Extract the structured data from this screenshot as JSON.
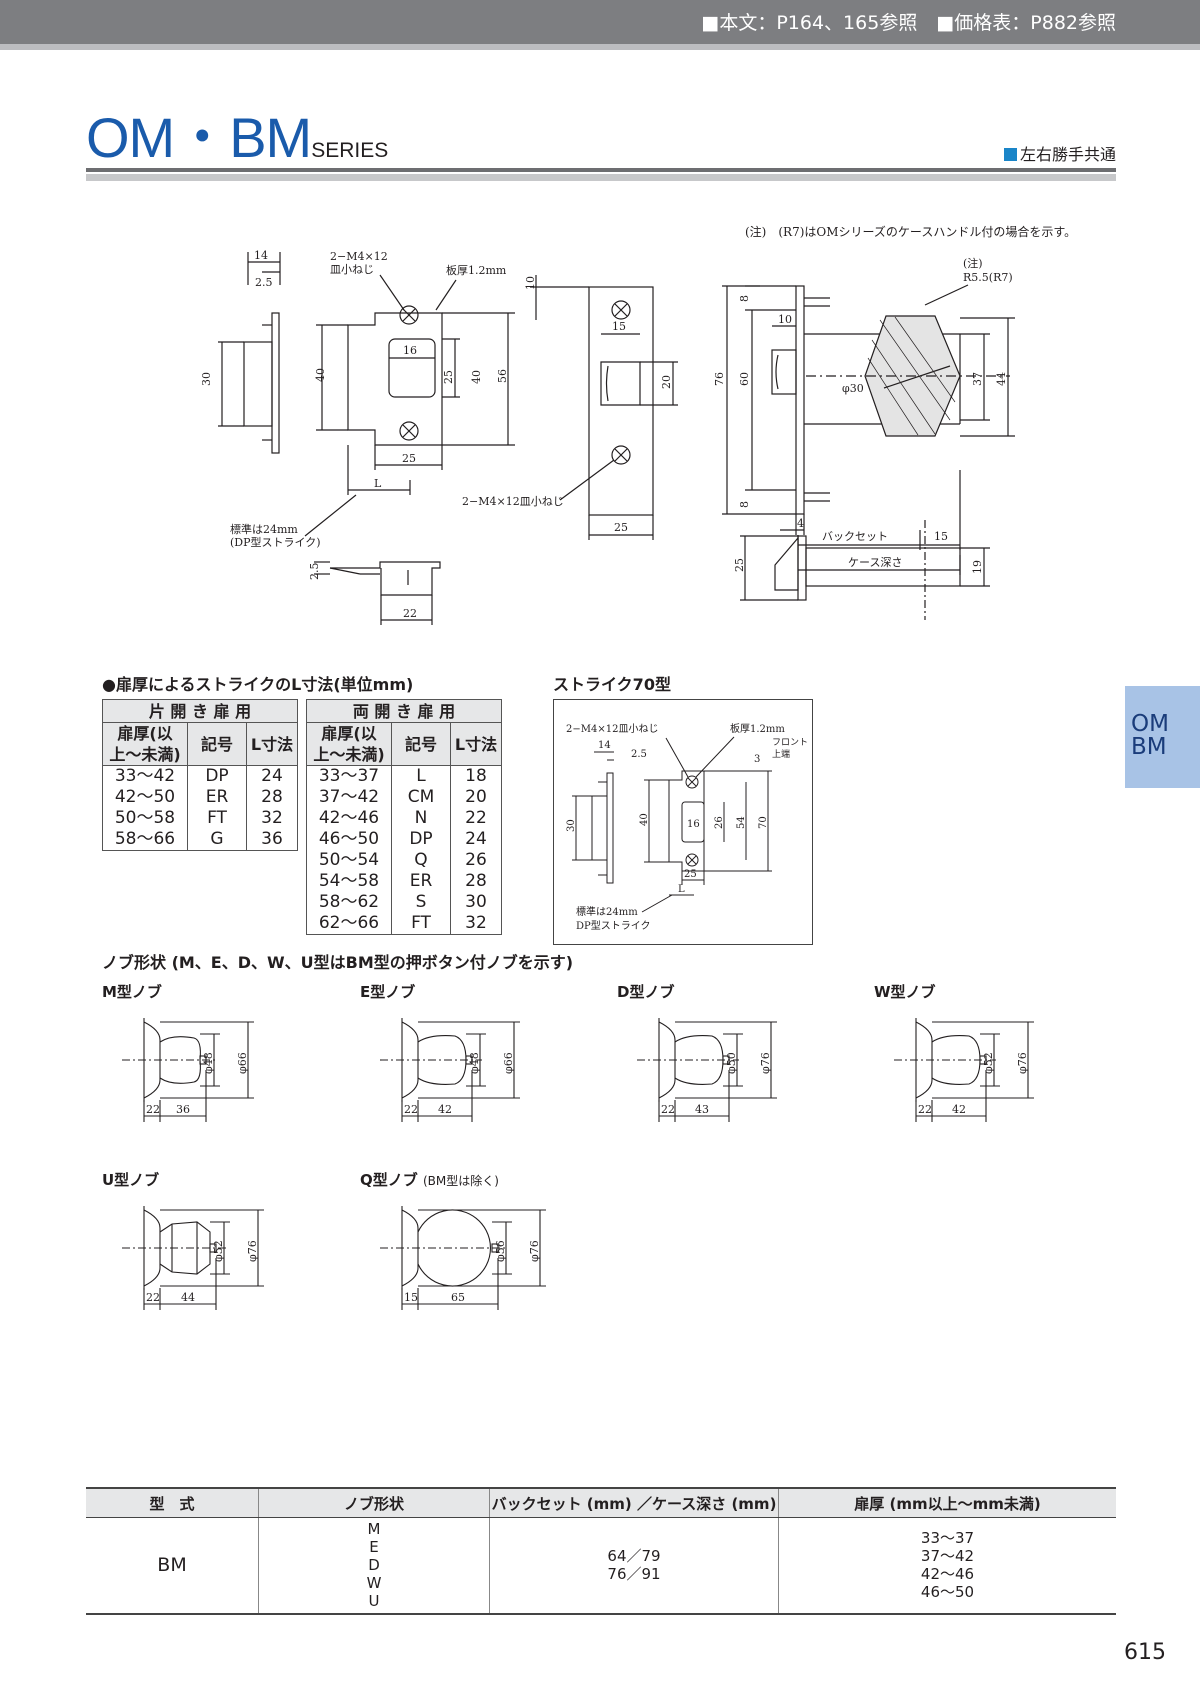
{
  "header": {
    "refs": "■本文：P164、165参照　■価格表：P882参照"
  },
  "title": {
    "main": "OM・BM",
    "series": "SERIES"
  },
  "hand_note": "左右勝手共通",
  "drawing_note": "(注)　(R7)はOMシリーズのケースハンドル付の場合を示す。",
  "dims": {
    "d14": "14",
    "d2_5": "2.5",
    "screw_top": "2−M4×12",
    "screw_top2": "皿小ねじ",
    "plate": "板厚1.2mm",
    "d30": "30",
    "d40": "40",
    "d16": "16",
    "d25": "25",
    "d56": "56",
    "d10": "10",
    "d15": "15",
    "d20": "20",
    "screw_bottom": "2−M4×12皿小ねじ",
    "L": "L",
    "std": "標準は24mm",
    "std2": "(DP型ストライク)",
    "d22": "22",
    "note_r": "(注)",
    "r55": "R5.5(R7)",
    "d8": "8",
    "d76": "76",
    "d60": "60",
    "phi30": "φ30",
    "d37": "37",
    "d44": "44",
    "d4": "4",
    "backset": "バックセット",
    "case_depth": "ケース深さ",
    "d19": "19"
  },
  "ltable": {
    "heading": "●扉厚によるストライクのL寸法(単位mm)",
    "single": {
      "group": "片 開 き 扉 用",
      "cols": [
        "扉厚(以上〜未満)",
        "記号",
        "L寸法"
      ],
      "rows": [
        [
          "33〜42",
          "DP",
          "24"
        ],
        [
          "42〜50",
          "ER",
          "28"
        ],
        [
          "50〜58",
          "FT",
          "32"
        ],
        [
          "58〜66",
          "G",
          "36"
        ]
      ]
    },
    "double": {
      "group": "両 開 き 扉 用",
      "cols": [
        "扉厚(以上〜未満)",
        "記号",
        "L寸法"
      ],
      "rows": [
        [
          "33〜37",
          "L",
          "18"
        ],
        [
          "37〜42",
          "CM",
          "20"
        ],
        [
          "42〜46",
          "N",
          "22"
        ],
        [
          "46〜50",
          "DP",
          "24"
        ],
        [
          "50〜54",
          "Q",
          "26"
        ],
        [
          "54〜58",
          "ER",
          "28"
        ],
        [
          "58〜62",
          "S",
          "30"
        ],
        [
          "62〜66",
          "FT",
          "32"
        ]
      ]
    }
  },
  "strike70": {
    "heading": "ストライク70型",
    "screw": "2−M4×12皿小ねじ",
    "plate": "板厚1.2mm",
    "front": "フロント",
    "front2": "上端",
    "d14": "14",
    "d2_5": "2.5",
    "d3": "3",
    "d30": "30",
    "d40": "40",
    "d16": "16",
    "d26": "26",
    "d54": "54",
    "d70": "70",
    "d25": "25",
    "L": "L",
    "std": "標準は24mm",
    "std2": "DP型ストライク"
  },
  "knobs": {
    "heading": "ノブ形状 (M、E、D、W、U型はBM型の押ボタン付ノブを示す)",
    "m": {
      "name": "M型ノブ",
      "phi_in": "φ48",
      "phi_out": "φ66",
      "a": "22",
      "b": "36"
    },
    "e": {
      "name": "E型ノブ",
      "phi_in": "φ48",
      "phi_out": "φ66",
      "a": "22",
      "b": "42"
    },
    "d": {
      "name": "D型ノブ",
      "phi_in": "φ50",
      "phi_out": "φ76",
      "a": "22",
      "b": "43"
    },
    "w": {
      "name": "W型ノブ",
      "phi_in": "φ52",
      "phi_out": "φ76",
      "a": "22",
      "b": "42"
    },
    "u": {
      "name": "U型ノブ",
      "phi_in": "φ52",
      "phi_out": "φ76",
      "a": "22",
      "b": "44"
    },
    "q": {
      "name": "Q型ノブ",
      "note": "(BM型は除く)",
      "phi_in": "φ56",
      "phi_out": "φ76",
      "a": "15",
      "b": "65"
    }
  },
  "side_tab": {
    "l1": "OM",
    "l2": "BM"
  },
  "bm_table": {
    "headers": [
      "型　式",
      "ノブ形状",
      "バックセット (mm) ／ケース深さ (mm)",
      "扉厚 (mm以上〜mm未満)"
    ],
    "model": "BM",
    "knobs": [
      "M",
      "E",
      "D",
      "W",
      "U"
    ],
    "backsets": [
      "64／79",
      "76／91"
    ],
    "thickness": [
      "33〜37",
      "37〜42",
      "42〜46",
      "46〜50"
    ]
  },
  "page_number": "615"
}
